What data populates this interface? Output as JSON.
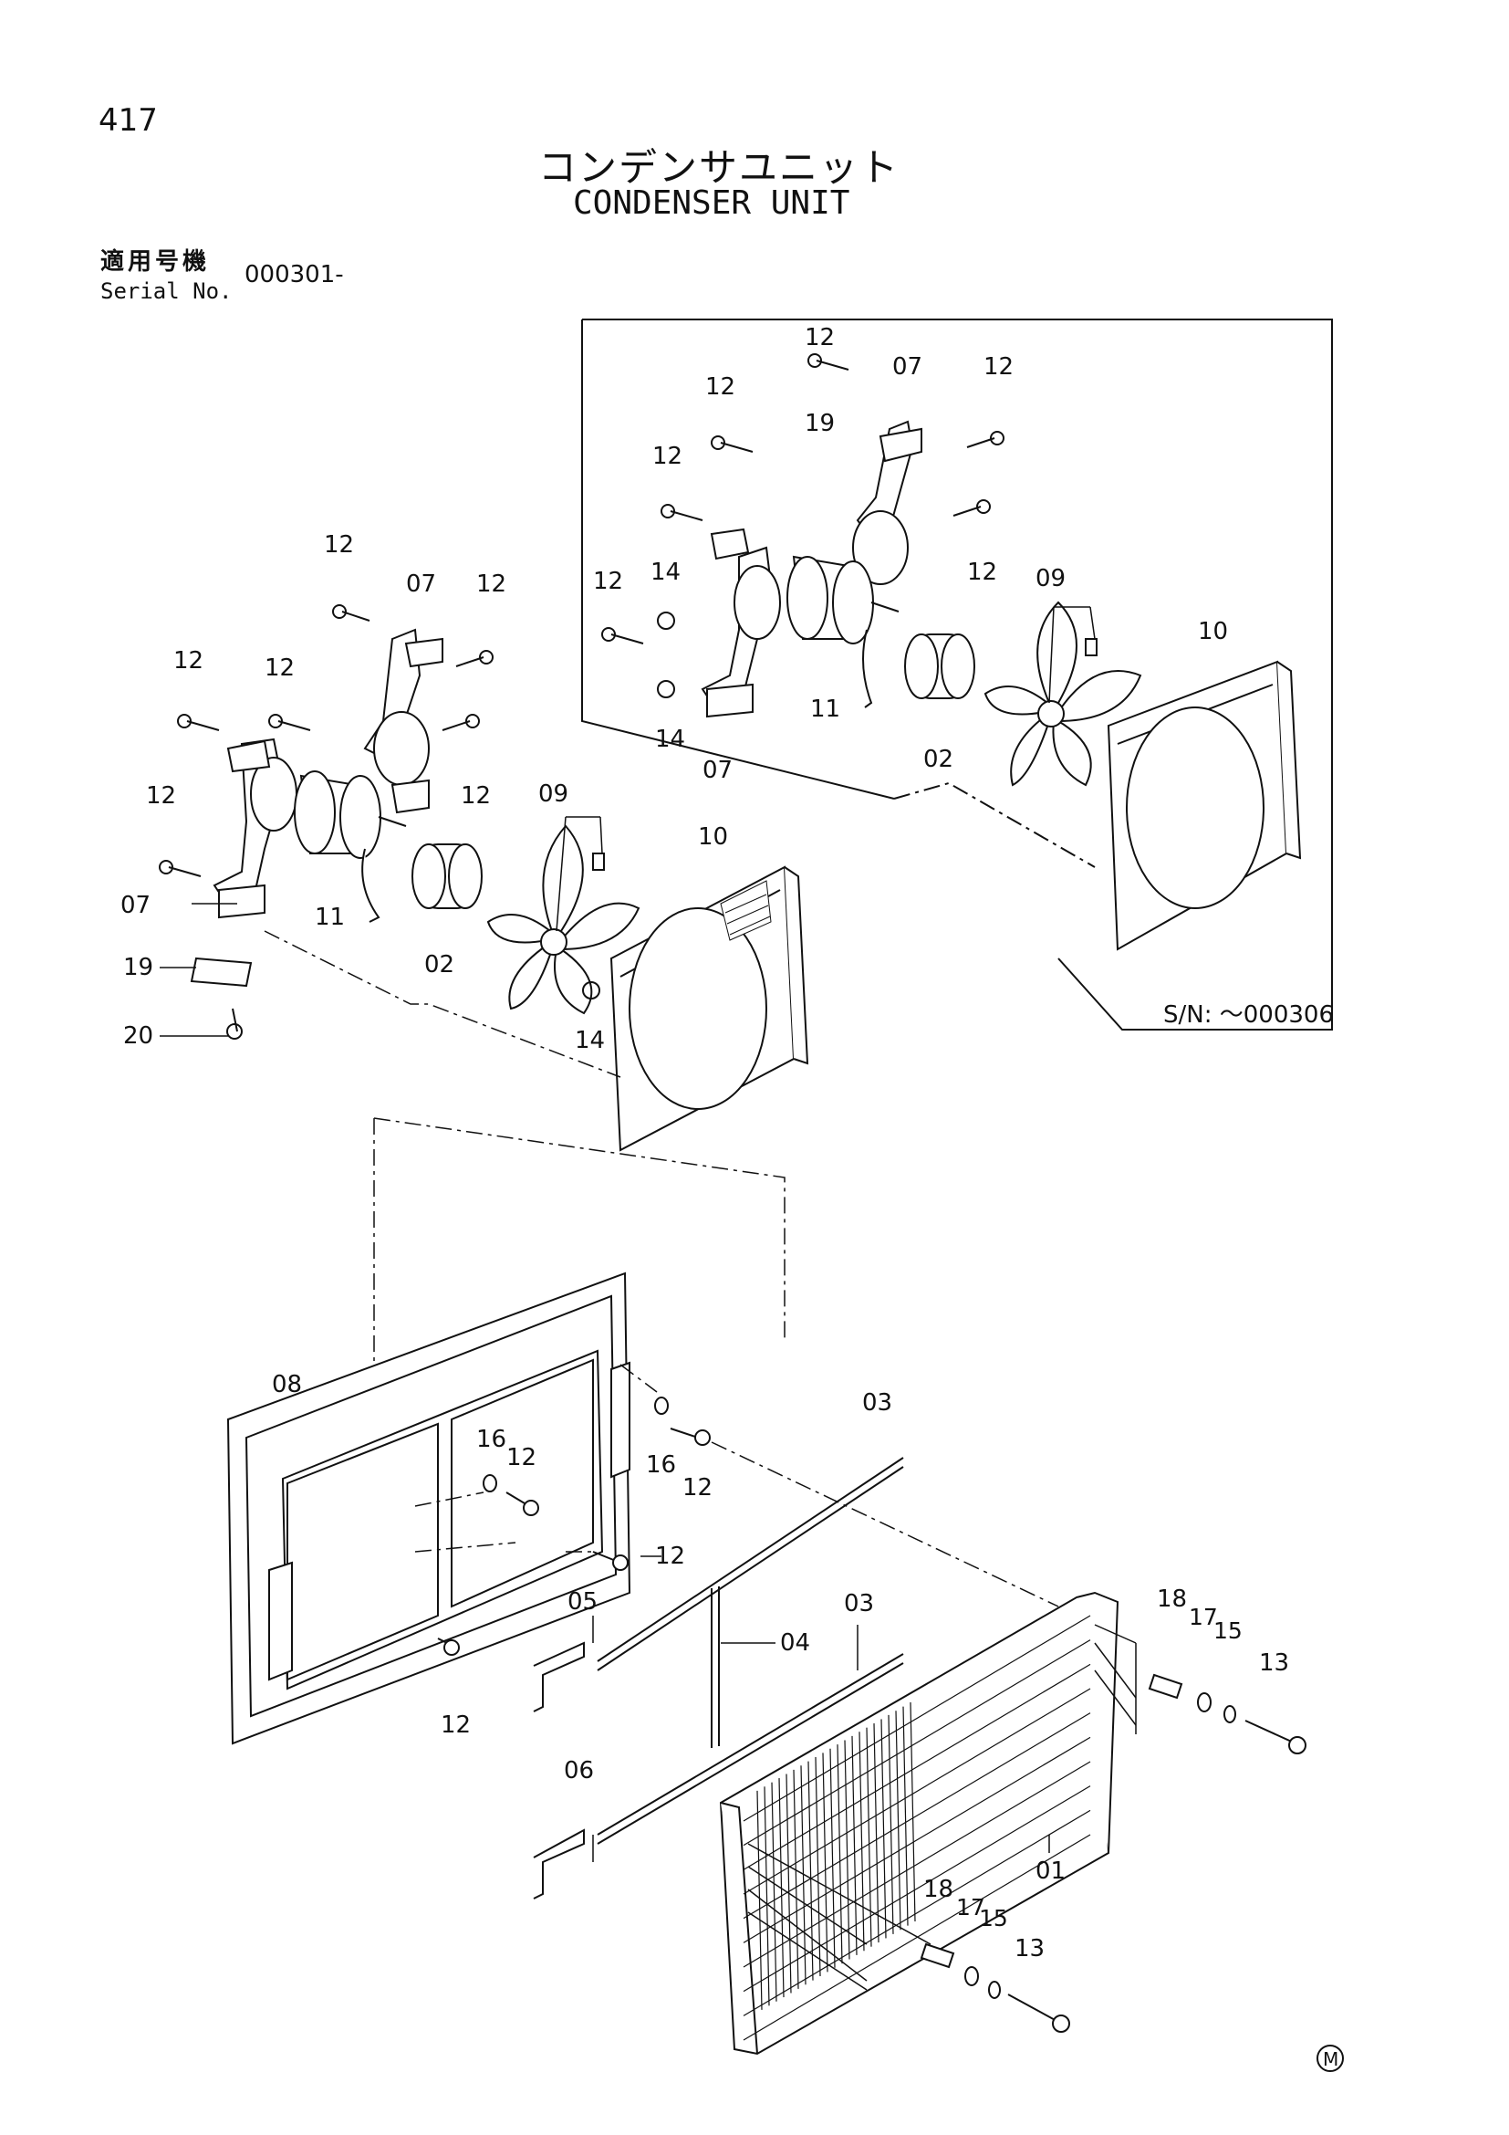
{
  "page_number": "417",
  "title_jp": "コンデンサユニット",
  "title_en": "CONDENSER UNIT",
  "serial": {
    "label_jp": "適用号機",
    "label_en": "Serial No.",
    "value": "000301-"
  },
  "inset_serial": "S/N: ～000306",
  "mark": "M",
  "callouts": [
    {
      "id": "c-12-a",
      "text": "12"
    },
    {
      "id": "c-07-a",
      "text": "07"
    },
    {
      "id": "c-12-b",
      "text": "12"
    },
    {
      "id": "c-12-c",
      "text": "12"
    },
    {
      "id": "c-19-a",
      "text": "19"
    },
    {
      "id": "c-12-d",
      "text": "12"
    },
    {
      "id": "c-12-e",
      "text": "12"
    },
    {
      "id": "c-14-a",
      "text": "14"
    },
    {
      "id": "c-12-f",
      "text": "12"
    },
    {
      "id": "c-09-a",
      "text": "09"
    },
    {
      "id": "c-14-b",
      "text": "14"
    },
    {
      "id": "c-11-a",
      "text": "11"
    },
    {
      "id": "c-07-b",
      "text": "07"
    },
    {
      "id": "c-02-a",
      "text": "02"
    },
    {
      "id": "c-10-a",
      "text": "10"
    },
    {
      "id": "c-12-g",
      "text": "12"
    },
    {
      "id": "c-07-c",
      "text": "07"
    },
    {
      "id": "c-12-h",
      "text": "12"
    },
    {
      "id": "c-12-i",
      "text": "12"
    },
    {
      "id": "c-12-j",
      "text": "12"
    },
    {
      "id": "c-12-k",
      "text": "12"
    },
    {
      "id": "c-09-b",
      "text": "09"
    },
    {
      "id": "c-12-l",
      "text": "12"
    },
    {
      "id": "c-10-b",
      "text": "10"
    },
    {
      "id": "c-07-d",
      "text": "07"
    },
    {
      "id": "c-11-b",
      "text": "11"
    },
    {
      "id": "c-02-b",
      "text": "02"
    },
    {
      "id": "c-19-b",
      "text": "19"
    },
    {
      "id": "c-14-c",
      "text": "14"
    },
    {
      "id": "c-20",
      "text": "20"
    },
    {
      "id": "c-08",
      "text": "08"
    },
    {
      "id": "c-03-a",
      "text": "03"
    },
    {
      "id": "c-16-a",
      "text": "16"
    },
    {
      "id": "c-12-m",
      "text": "12"
    },
    {
      "id": "c-16-b",
      "text": "16"
    },
    {
      "id": "c-12-n",
      "text": "12"
    },
    {
      "id": "c-12-o",
      "text": "12"
    },
    {
      "id": "c-05",
      "text": "05"
    },
    {
      "id": "c-03-b",
      "text": "03"
    },
    {
      "id": "c-04",
      "text": "04"
    },
    {
      "id": "c-18-a",
      "text": "18"
    },
    {
      "id": "c-17-a",
      "text": "17"
    },
    {
      "id": "c-15-a",
      "text": "15"
    },
    {
      "id": "c-13-a",
      "text": "13"
    },
    {
      "id": "c-12-p",
      "text": "12"
    },
    {
      "id": "c-06",
      "text": "06"
    },
    {
      "id": "c-01",
      "text": "01"
    },
    {
      "id": "c-18-b",
      "text": "18"
    },
    {
      "id": "c-17-b",
      "text": "17"
    },
    {
      "id": "c-15-b",
      "text": "15"
    },
    {
      "id": "c-13-b",
      "text": "13"
    }
  ]
}
